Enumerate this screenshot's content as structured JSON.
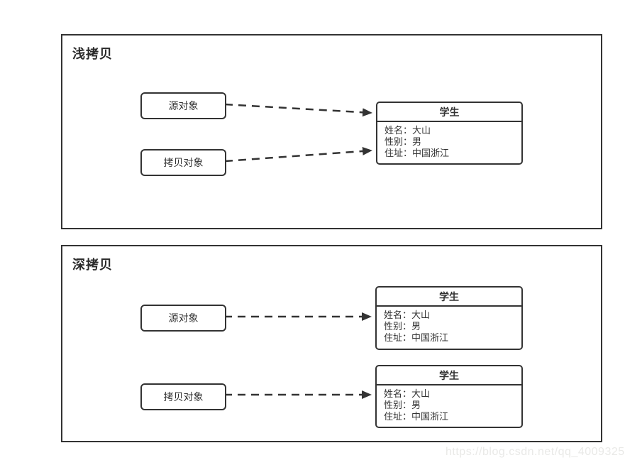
{
  "watermark": "https://blog.csdn.net/qq_40093255",
  "colors": {
    "border": "#333333",
    "text": "#333333",
    "watermark": "#e9e9e7",
    "background": "#ffffff"
  },
  "panels": [
    {
      "title": "浅拷贝",
      "source_label": "源对象",
      "copy_label": "拷贝对象",
      "students": [
        {
          "title": "学生",
          "fields": [
            "姓名：大山",
            "性别：男",
            "住址：中国浙江"
          ]
        }
      ]
    },
    {
      "title": "深拷贝",
      "source_label": "源对象",
      "copy_label": "拷贝对象",
      "students": [
        {
          "title": "学生",
          "fields": [
            "姓名：大山",
            "性别：男",
            "住址：中国浙江"
          ]
        },
        {
          "title": "学生",
          "fields": [
            "姓名：大山",
            "性别：男",
            "住址：中国浙江"
          ]
        }
      ]
    }
  ]
}
